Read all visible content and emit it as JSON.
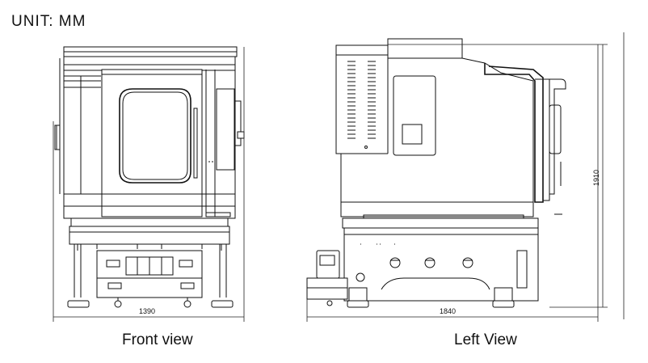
{
  "unit_label": "UNIT: MM",
  "front_view": {
    "caption": "Front view",
    "width_dimension": "1390"
  },
  "left_view": {
    "caption": "Left View",
    "width_dimension": "1840",
    "height_dimension": "1910"
  }
}
